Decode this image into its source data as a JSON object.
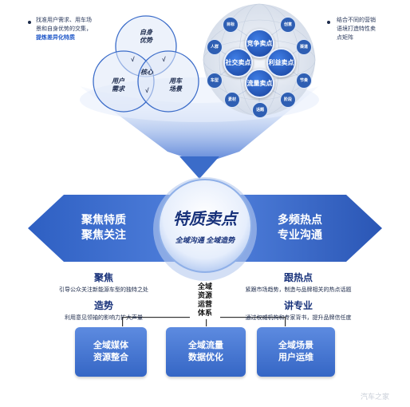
{
  "left_note": {
    "text": "找准用户需求、用车场景和自身优势的交集，",
    "highlight": "提炼差异化特质"
  },
  "right_note": {
    "text": "结合不同的营销语境打造特性卖点矩阵"
  },
  "venn": {
    "top": "自身优势",
    "left": "用户需求",
    "right": "用车场景",
    "center": "核心",
    "check": "√"
  },
  "globe": {
    "big_nodes": [
      "竞争卖点",
      "社交卖点",
      "利益卖点",
      "流量卖点"
    ],
    "small_nodes": [
      "目标",
      "创意",
      "人群",
      "渠道",
      "车型",
      "节奏",
      "素材",
      "阶段",
      "话题"
    ]
  },
  "center": {
    "title": "特质卖点",
    "subtitle": "全域沟通 全域造势"
  },
  "left_banner": {
    "line1": "聚焦特质",
    "line2": "聚焦关注"
  },
  "right_banner": {
    "line1": "多频热点",
    "line2": "专业沟通"
  },
  "left_sections": [
    {
      "title": "聚焦",
      "desc": "引导公众关注新能源车型的独特之处"
    },
    {
      "title": "造势",
      "desc": "利用意见领袖的影响力扩大声量"
    }
  ],
  "right_sections": [
    {
      "title": "跟热点",
      "desc": "紧跟市场趋势，制造与品牌相关的热点话题"
    },
    {
      "title": "讲专业",
      "desc": "通过权威机构和专家背书，提升品牌信任度"
    }
  ],
  "system_label": [
    "全域",
    "资源",
    "运营",
    "体系"
  ],
  "boxes": [
    {
      "line1": "全域媒体",
      "line2": "资源整合"
    },
    {
      "line1": "全域流量",
      "line2": "数据优化"
    },
    {
      "line1": "全域场景",
      "line2": "用户运维"
    }
  ],
  "watermark": "汽车之家"
}
